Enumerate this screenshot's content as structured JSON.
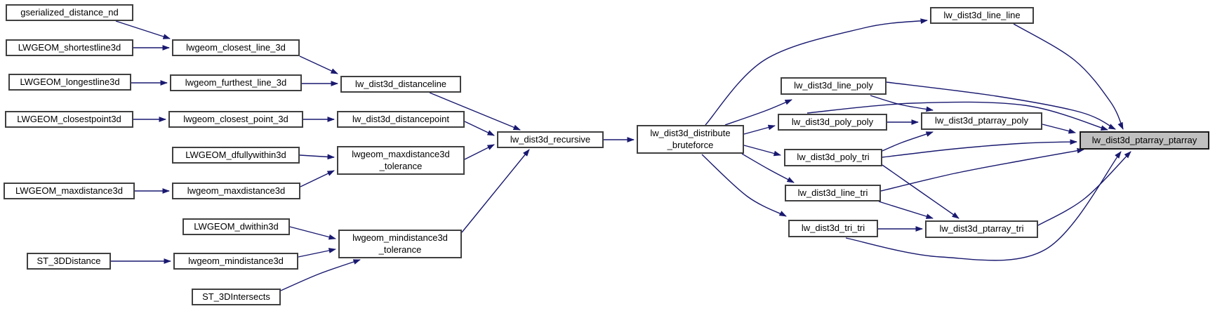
{
  "diagram": {
    "kind": "caller-graph",
    "highlighted_node": "lw_dist3d_ptarray_ptarray",
    "colors": {
      "background": "#ffffff",
      "edge": "#191970",
      "node_border": "#404040",
      "node_fill": "#ffffff",
      "highlight_fill": "#c0c0c0",
      "text": "#000000"
    },
    "nodes": [
      {
        "id": "gserialized_distance_nd",
        "label": "gserialized_distance_nd"
      },
      {
        "id": "LWGEOM_shortestline3d",
        "label": "LWGEOM_shortestline3d"
      },
      {
        "id": "LWGEOM_longestline3d",
        "label": "LWGEOM_longestline3d"
      },
      {
        "id": "LWGEOM_closestpoint3d",
        "label": "LWGEOM_closestpoint3d"
      },
      {
        "id": "LWGEOM_maxdistance3d",
        "label": "LWGEOM_maxdistance3d"
      },
      {
        "id": "ST_3DDistance",
        "label": "ST_3DDistance"
      },
      {
        "id": "lwgeom_closest_line_3d",
        "label": "lwgeom_closest_line_3d"
      },
      {
        "id": "lwgeom_furthest_line_3d",
        "label": "lwgeom_furthest_line_3d"
      },
      {
        "id": "lwgeom_closest_point_3d",
        "label": "lwgeom_closest_point_3d"
      },
      {
        "id": "LWGEOM_dfullywithin3d",
        "label": "LWGEOM_dfullywithin3d"
      },
      {
        "id": "lwgeom_maxdistance3d",
        "label": "lwgeom_maxdistance3d"
      },
      {
        "id": "LWGEOM_dwithin3d",
        "label": "LWGEOM_dwithin3d"
      },
      {
        "id": "lwgeom_mindistance3d",
        "label": "lwgeom_mindistance3d"
      },
      {
        "id": "ST_3DIntersects",
        "label": "ST_3DIntersects"
      },
      {
        "id": "lw_dist3d_distanceline",
        "label": "lw_dist3d_distanceline"
      },
      {
        "id": "lw_dist3d_distancepoint",
        "label": "lw_dist3d_distancepoint"
      },
      {
        "id": "lwgeom_maxdistance3d_tolerance",
        "label": "lwgeom_maxdistance3d\n_tolerance"
      },
      {
        "id": "lwgeom_mindistance3d_tolerance",
        "label": "lwgeom_mindistance3d\n_tolerance"
      },
      {
        "id": "lw_dist3d_recursive",
        "label": "lw_dist3d_recursive"
      },
      {
        "id": "lw_dist3d_distribute_bruteforce",
        "label": "lw_dist3d_distribute\n_bruteforce"
      },
      {
        "id": "lw_dist3d_line_line",
        "label": "lw_dist3d_line_line"
      },
      {
        "id": "lw_dist3d_line_poly",
        "label": "lw_dist3d_line_poly"
      },
      {
        "id": "lw_dist3d_poly_poly",
        "label": "lw_dist3d_poly_poly"
      },
      {
        "id": "lw_dist3d_poly_tri",
        "label": "lw_dist3d_poly_tri"
      },
      {
        "id": "lw_dist3d_line_tri",
        "label": "lw_dist3d_line_tri"
      },
      {
        "id": "lw_dist3d_tri_tri",
        "label": "lw_dist3d_tri_tri"
      },
      {
        "id": "lw_dist3d_ptarray_poly",
        "label": "lw_dist3d_ptarray_poly"
      },
      {
        "id": "lw_dist3d_ptarray_tri",
        "label": "lw_dist3d_ptarray_tri"
      },
      {
        "id": "lw_dist3d_ptarray_ptarray",
        "label": "lw_dist3d_ptarray_ptarray"
      }
    ],
    "edges": [
      {
        "from": "gserialized_distance_nd",
        "to": "lwgeom_closest_line_3d"
      },
      {
        "from": "LWGEOM_shortestline3d",
        "to": "lwgeom_closest_line_3d"
      },
      {
        "from": "LWGEOM_longestline3d",
        "to": "lwgeom_furthest_line_3d"
      },
      {
        "from": "LWGEOM_closestpoint3d",
        "to": "lwgeom_closest_point_3d"
      },
      {
        "from": "LWGEOM_maxdistance3d",
        "to": "lwgeom_maxdistance3d"
      },
      {
        "from": "ST_3DDistance",
        "to": "lwgeom_mindistance3d"
      },
      {
        "from": "lwgeom_closest_line_3d",
        "to": "lw_dist3d_distanceline"
      },
      {
        "from": "lwgeom_furthest_line_3d",
        "to": "lw_dist3d_distanceline"
      },
      {
        "from": "lwgeom_closest_point_3d",
        "to": "lw_dist3d_distancepoint"
      },
      {
        "from": "LWGEOM_dfullywithin3d",
        "to": "lwgeom_maxdistance3d_tolerance"
      },
      {
        "from": "lwgeom_maxdistance3d",
        "to": "lwgeom_maxdistance3d_tolerance"
      },
      {
        "from": "LWGEOM_dwithin3d",
        "to": "lwgeom_mindistance3d_tolerance"
      },
      {
        "from": "lwgeom_mindistance3d",
        "to": "lwgeom_mindistance3d_tolerance"
      },
      {
        "from": "ST_3DIntersects",
        "to": "lwgeom_mindistance3d_tolerance"
      },
      {
        "from": "lw_dist3d_distanceline",
        "to": "lw_dist3d_recursive"
      },
      {
        "from": "lw_dist3d_distancepoint",
        "to": "lw_dist3d_recursive"
      },
      {
        "from": "lwgeom_maxdistance3d_tolerance",
        "to": "lw_dist3d_recursive"
      },
      {
        "from": "lwgeom_mindistance3d_tolerance",
        "to": "lw_dist3d_recursive"
      },
      {
        "from": "lw_dist3d_recursive",
        "to": "lw_dist3d_distribute_bruteforce"
      },
      {
        "from": "lw_dist3d_distribute_bruteforce",
        "to": "lw_dist3d_line_line"
      },
      {
        "from": "lw_dist3d_distribute_bruteforce",
        "to": "lw_dist3d_line_poly"
      },
      {
        "from": "lw_dist3d_distribute_bruteforce",
        "to": "lw_dist3d_poly_poly"
      },
      {
        "from": "lw_dist3d_distribute_bruteforce",
        "to": "lw_dist3d_poly_tri"
      },
      {
        "from": "lw_dist3d_distribute_bruteforce",
        "to": "lw_dist3d_line_tri"
      },
      {
        "from": "lw_dist3d_distribute_bruteforce",
        "to": "lw_dist3d_tri_tri"
      },
      {
        "from": "lw_dist3d_line_line",
        "to": "lw_dist3d_ptarray_ptarray"
      },
      {
        "from": "lw_dist3d_line_poly",
        "to": "lw_dist3d_ptarray_poly"
      },
      {
        "from": "lw_dist3d_line_poly",
        "to": "lw_dist3d_ptarray_ptarray"
      },
      {
        "from": "lw_dist3d_poly_poly",
        "to": "lw_dist3d_ptarray_poly"
      },
      {
        "from": "lw_dist3d_poly_poly",
        "to": "lw_dist3d_ptarray_ptarray"
      },
      {
        "from": "lw_dist3d_poly_tri",
        "to": "lw_dist3d_ptarray_poly"
      },
      {
        "from": "lw_dist3d_poly_tri",
        "to": "lw_dist3d_ptarray_tri"
      },
      {
        "from": "lw_dist3d_poly_tri",
        "to": "lw_dist3d_ptarray_ptarray"
      },
      {
        "from": "lw_dist3d_line_tri",
        "to": "lw_dist3d_ptarray_tri"
      },
      {
        "from": "lw_dist3d_line_tri",
        "to": "lw_dist3d_ptarray_ptarray"
      },
      {
        "from": "lw_dist3d_tri_tri",
        "to": "lw_dist3d_ptarray_tri"
      },
      {
        "from": "lw_dist3d_tri_tri",
        "to": "lw_dist3d_ptarray_ptarray"
      },
      {
        "from": "lw_dist3d_ptarray_poly",
        "to": "lw_dist3d_ptarray_ptarray"
      },
      {
        "from": "lw_dist3d_ptarray_tri",
        "to": "lw_dist3d_ptarray_ptarray"
      }
    ]
  }
}
